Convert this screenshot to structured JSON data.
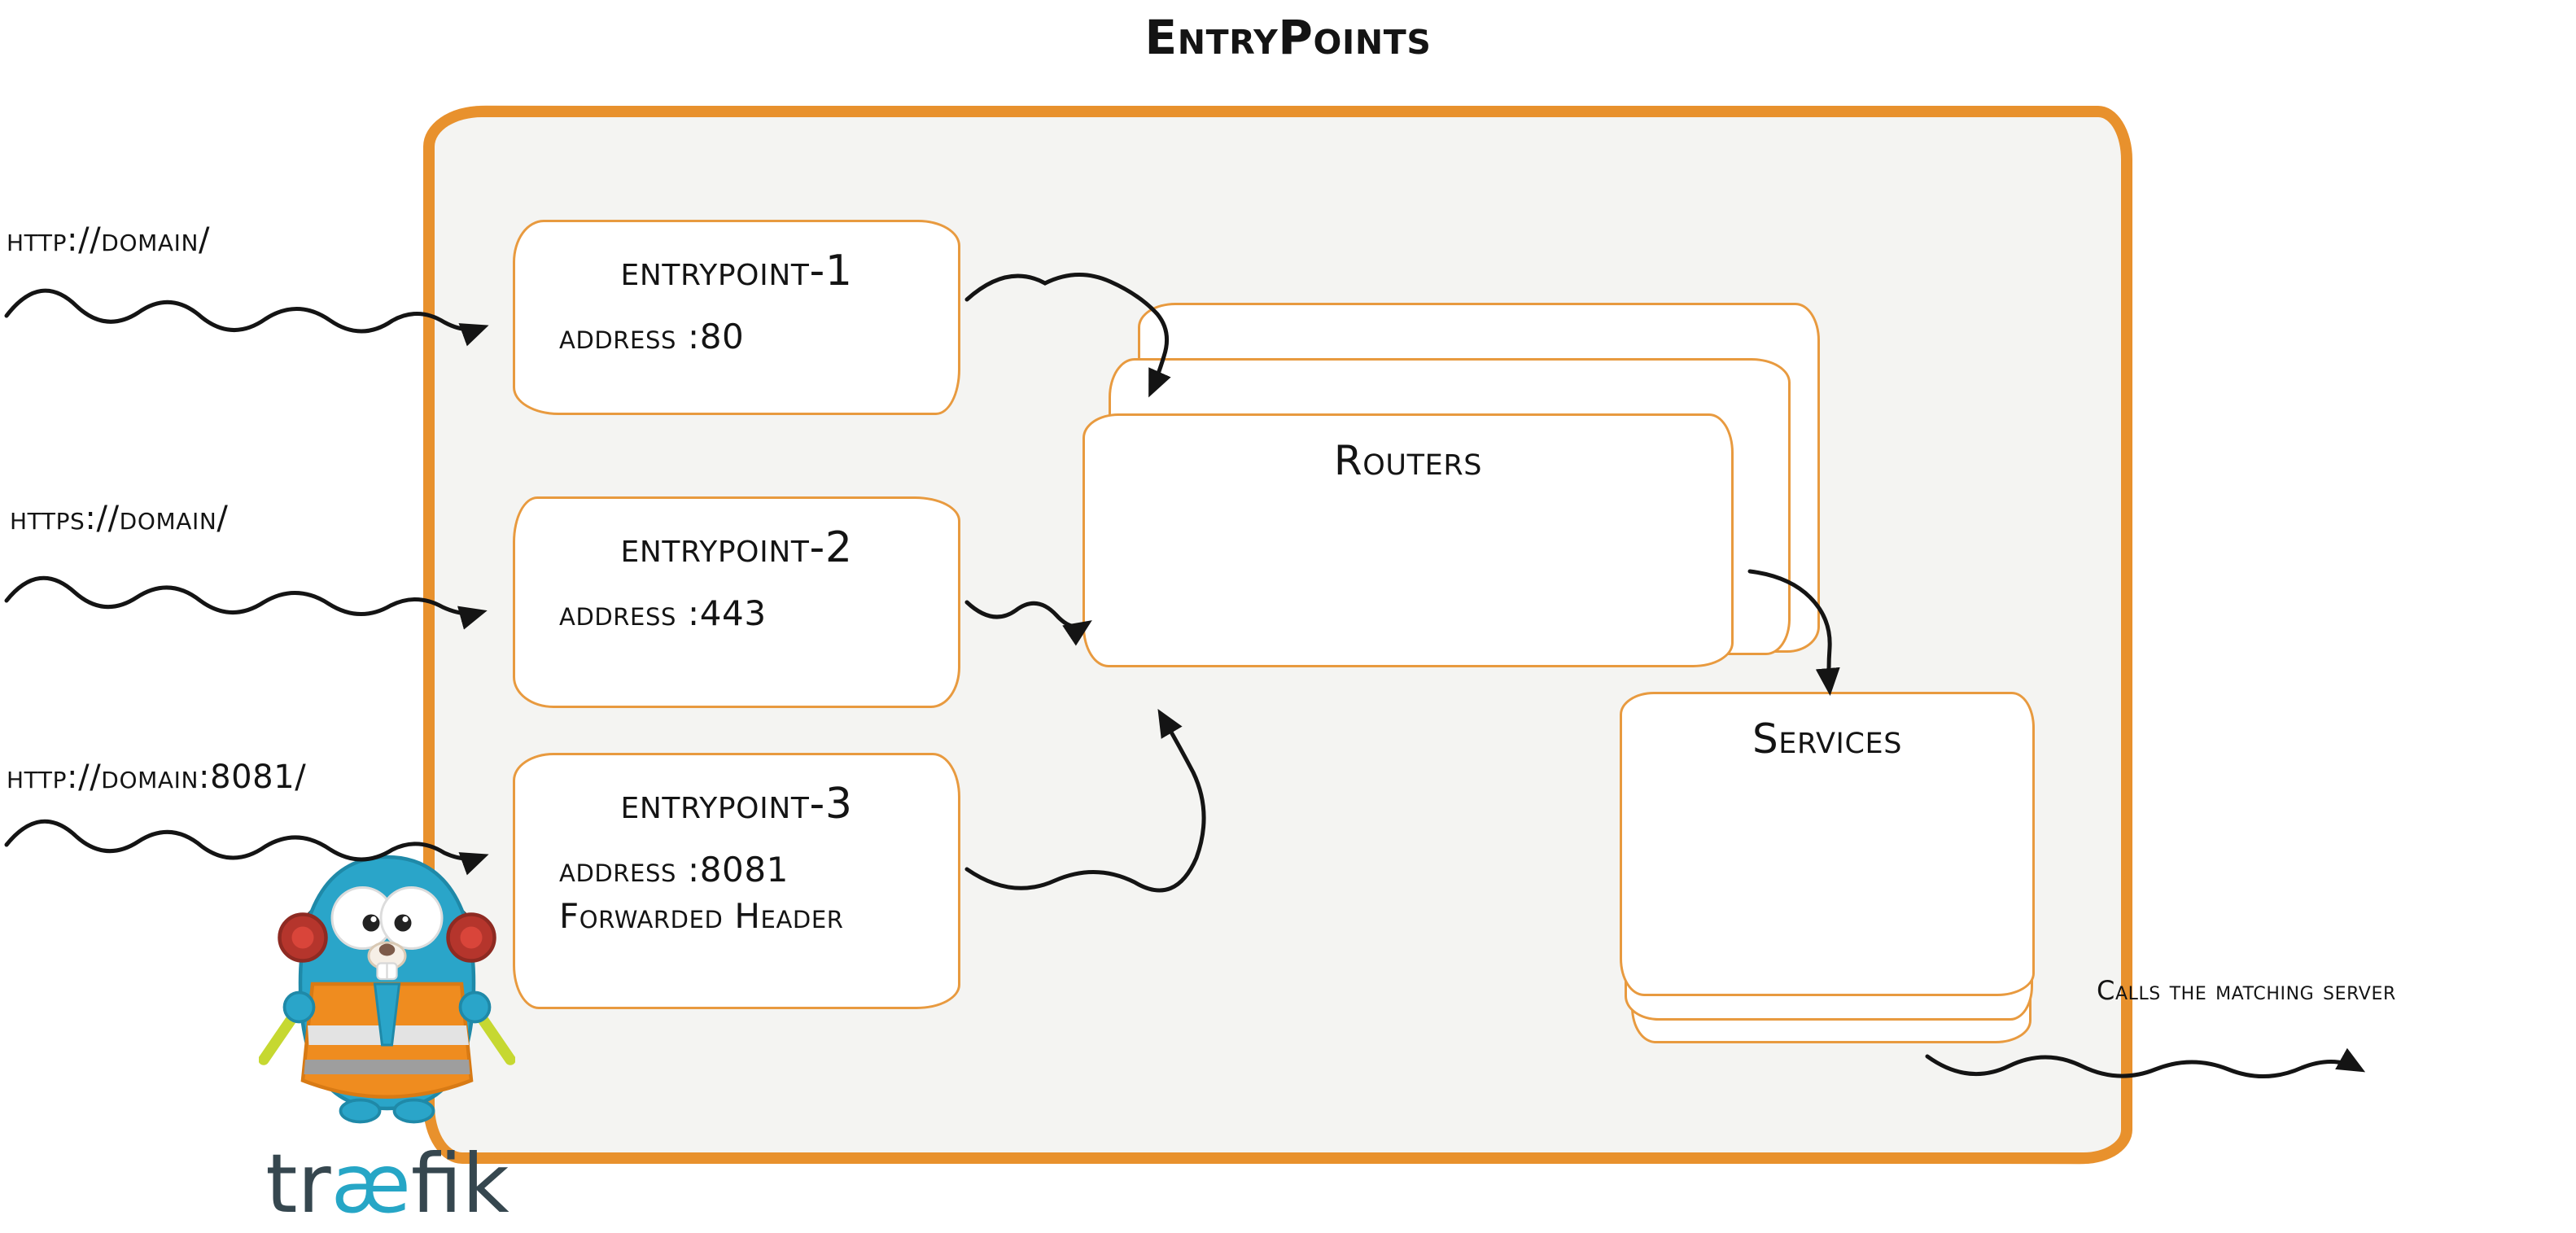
{
  "title": "EntryPoints",
  "requests": [
    {
      "label": "http://domain/"
    },
    {
      "label": "https://domain/"
    },
    {
      "label": "http://domain:8081/"
    }
  ],
  "entrypoints": [
    {
      "name": "entrypoint-1",
      "address": "address :80"
    },
    {
      "name": "entrypoint-2",
      "address": "address :443"
    },
    {
      "name": "entrypoint-3",
      "address": "address :8081",
      "extra": "Forwarded Header"
    }
  ],
  "routers_label": "Routers",
  "services_label": "Services",
  "caption": "Calls the matching server",
  "logo": {
    "part1": "tr",
    "part2": "æ",
    "part3": "fik"
  },
  "colors": {
    "accent": "#e8912d",
    "ink": "#141414",
    "teal": "#26a6c6",
    "fill": "#f4f4f2"
  }
}
